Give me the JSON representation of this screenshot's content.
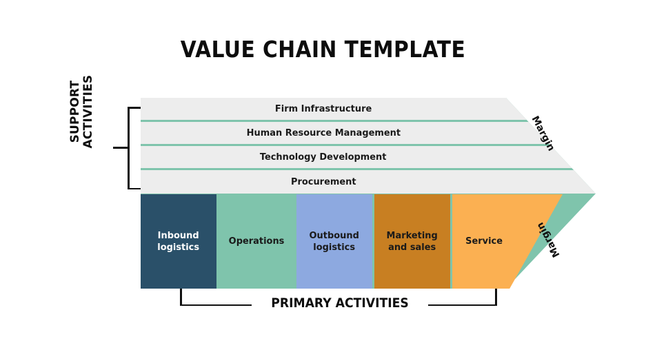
{
  "title": "VALUE CHAIN TEMPLATE",
  "colors": {
    "support_row_bg": "#ededed",
    "margin_arrow": "#7FC4AC",
    "inbound_logistics": "#2A5069",
    "operations": "#7FC4AC",
    "outbound_logistics": "#8DA9E0",
    "marketing_and_sales": "#C87F22",
    "service": "#FBB052",
    "text_dark": "#1a1a1a",
    "text_light": "#ffffff",
    "bracket": "#111111",
    "background": "#ffffff"
  },
  "chart_data": {
    "type": "diagram",
    "title": "VALUE CHAIN TEMPLATE",
    "subtype": "porter-value-chain",
    "support_activities": [
      "Firm Infrastructure",
      "Human Resource Management",
      "Technology Development",
      "Procurement"
    ],
    "primary_activities": [
      "Inbound logistics",
      "Operations",
      "Outbound logistics",
      "Marketing and sales",
      "Service"
    ],
    "margin_labels": [
      "Margin",
      "Margin"
    ],
    "group_labels": {
      "support": "SUPPORT ACTIVITIES",
      "primary": "PRIMARY ACTIVITIES"
    }
  },
  "support": {
    "group_label": "SUPPORT ACTIVITIES",
    "group_label_line1": "SUPPORT",
    "group_label_line2": "ACTIVITIES",
    "rows": [
      {
        "label": "Firm Infrastructure"
      },
      {
        "label": "Human Resource Management"
      },
      {
        "label": "Technology Development"
      },
      {
        "label": "Procurement"
      }
    ]
  },
  "primary": {
    "group_label": "PRIMARY ACTIVITIES",
    "columns": [
      {
        "label": "Inbound logistics",
        "line1": "Inbound",
        "line2": "logistics",
        "color": "#2A5069",
        "text_color": "#ffffff"
      },
      {
        "label": "Operations",
        "line1": "Operations",
        "line2": "",
        "color": "#7FC4AC",
        "text_color": "#1a1a1a"
      },
      {
        "label": "Outbound logistics",
        "line1": "Outbound",
        "line2": "logistics",
        "color": "#8DA9E0",
        "text_color": "#1a1a1a"
      },
      {
        "label": "Marketing and sales",
        "line1": "Marketing",
        "line2": "and sales",
        "color": "#C87F22",
        "text_color": "#1a1a1a"
      },
      {
        "label": "Service",
        "line1": "Service",
        "line2": "",
        "color": "#FBB052",
        "text_color": "#1a1a1a"
      }
    ]
  },
  "margin": {
    "top_label": "Margin",
    "bottom_label": "Margin"
  }
}
